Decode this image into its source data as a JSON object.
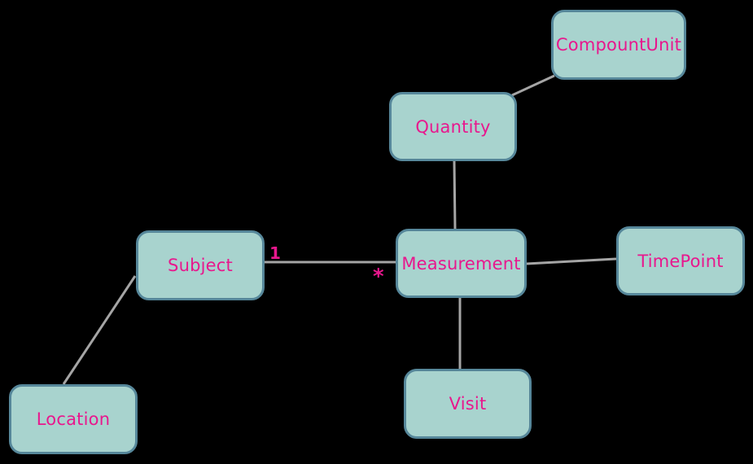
{
  "diagram_type": "class-diagram",
  "colors": {
    "background": "#000000",
    "node_fill": "#a8d3ce",
    "node_border": "#56879a",
    "edge": "#a5a5a5",
    "text": "#e8178d"
  },
  "nodes": {
    "compount_unit": {
      "label": "CompountUnit"
    },
    "quantity": {
      "label": "Quantity"
    },
    "measurement": {
      "label": "Measurement"
    },
    "subject": {
      "label": "Subject"
    },
    "time_point": {
      "label": "TimePoint"
    },
    "visit": {
      "label": "Visit"
    },
    "location": {
      "label": "Location"
    }
  },
  "edges": [
    {
      "from": "CompountUnit",
      "to": "Quantity"
    },
    {
      "from": "Quantity",
      "to": "Measurement"
    },
    {
      "from": "Measurement",
      "to": "TimePoint"
    },
    {
      "from": "Subject",
      "to": "Measurement",
      "source_label": "1",
      "target_label": "*"
    },
    {
      "from": "Measurement",
      "to": "Visit"
    },
    {
      "from": "Subject",
      "to": "Location"
    }
  ]
}
